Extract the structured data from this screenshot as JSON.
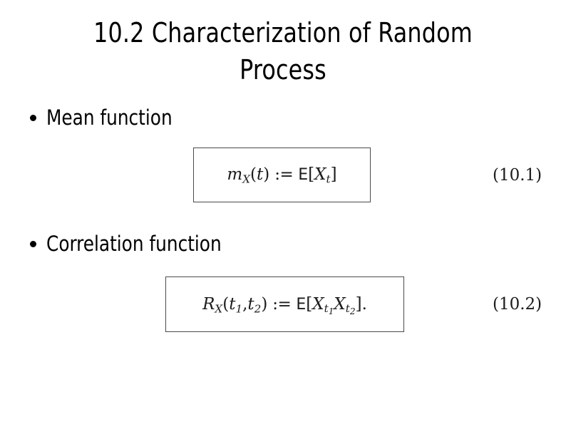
{
  "slide": {
    "background_color": "#ffffff",
    "text_color": "#000000",
    "title": {
      "line1": "10.2 Characterization of Random",
      "line2": "Process",
      "full": "10.2 Characterization of Random Process"
    },
    "bullets": [
      {
        "marker": "bullet-disc",
        "label": "Mean function"
      },
      {
        "marker": "bullet-disc",
        "label": "Correlation function"
      }
    ],
    "equations": [
      {
        "id": "mean-function",
        "plain": "m_X(t) := E[X_t]",
        "lhs_symbol": "m",
        "lhs_subscript": "X",
        "lhs_open": "(",
        "lhs_arg": "t",
        "lhs_close": ")",
        "operator": ":=",
        "rhs_operator": "E",
        "rhs_open": "[",
        "rhs_symbol": "X",
        "rhs_subscript": "t",
        "rhs_close": "]",
        "number": "(10.1)",
        "box_border_color": "#4a4a4a"
      },
      {
        "id": "correlation-function",
        "plain": "R_X(t1,t2) := E[X_t1 X_t2].",
        "lhs_symbol": "R",
        "lhs_subscript": "X",
        "lhs_open": "(",
        "lhs_arg1": "t",
        "lhs_arg1_sub": "1",
        "lhs_comma": ",",
        "lhs_arg2": "t",
        "lhs_arg2_sub": "2",
        "lhs_close": ")",
        "operator": ":=",
        "rhs_operator": "E",
        "rhs_open": "[",
        "rhs_symbol1": "X",
        "rhs_sub1": "t",
        "rhs_sub1_sub": "1",
        "rhs_symbol2": "X",
        "rhs_sub2": "t",
        "rhs_sub2_sub": "2",
        "rhs_close": "]",
        "terminator": ".",
        "number": "(10.2)",
        "box_border_color": "#4a4a4a"
      }
    ]
  }
}
